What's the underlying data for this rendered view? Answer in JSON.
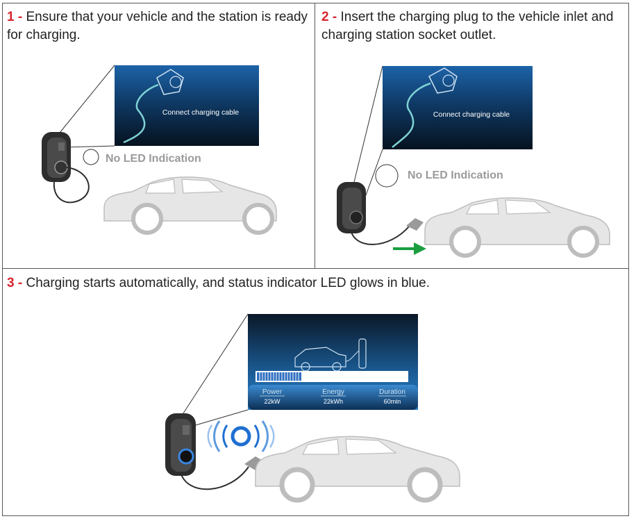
{
  "steps": [
    {
      "number": "1 -",
      "text": "Ensure that your vehicle and the station is ready for charging.",
      "screen_message": "Connect charging cable",
      "led_label": "No LED Indication"
    },
    {
      "number": "2 -",
      "text": "Insert the charging plug to the vehicle inlet and charging station socket outlet.",
      "screen_message": "Connect charging cable",
      "led_label": "No LED Indication"
    },
    {
      "number": "3 -",
      "text": "Charging starts automatically, and status indicator LED glows in blue.",
      "stats": [
        {
          "label": "Power",
          "value": "22kW"
        },
        {
          "label": "Energy",
          "value": "22kWh"
        },
        {
          "label": "Duration",
          "value": "60min"
        }
      ]
    }
  ],
  "colors": {
    "step_number": "#d7262e",
    "led_glow": "#1f6fd1",
    "arrow": "#1a9e3f",
    "cable_screen": "#7fd3d6"
  }
}
